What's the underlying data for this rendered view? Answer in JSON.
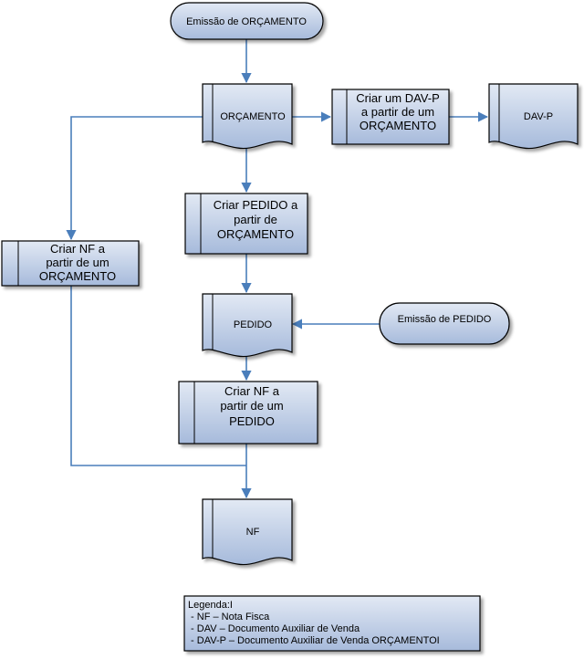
{
  "terminators": {
    "orcamento_start": "Emissão de ORÇAMENTO",
    "pedido_start": "Emissão de  PEDIDO"
  },
  "documents": {
    "orcamento": "ORÇAMENTO",
    "dav_p": "DAV-P",
    "pedido": "PEDIDO",
    "nf": "NF"
  },
  "processes": {
    "criar_dav_p": [
      "Criar  um DAV-P",
      "a partir de um",
      "ORÇAMENTO"
    ],
    "criar_pedido": [
      "Criar PEDIDO a",
      "partir de",
      "ORÇAMENTO"
    ],
    "criar_nf_orcamento": [
      "Criar  NF  a",
      "partir de um",
      "ORÇAMENTO"
    ],
    "criar_nf_pedido": [
      "Criar  NF  a",
      "partir de um",
      "PEDIDO"
    ]
  },
  "legend": {
    "title": "Legenda:I",
    "items": [
      " - NF – Nota Fisca",
      " - DAV – Documento Auxiliar de Venda",
      " - DAV-P – Documento Auxiliar de Venda ORÇAMENTOI"
    ]
  },
  "colors": {
    "fill_top": "#dde6f3",
    "fill_bottom": "#a9bcd9",
    "stroke": "#000000",
    "arrow": "#4a7ebb"
  }
}
